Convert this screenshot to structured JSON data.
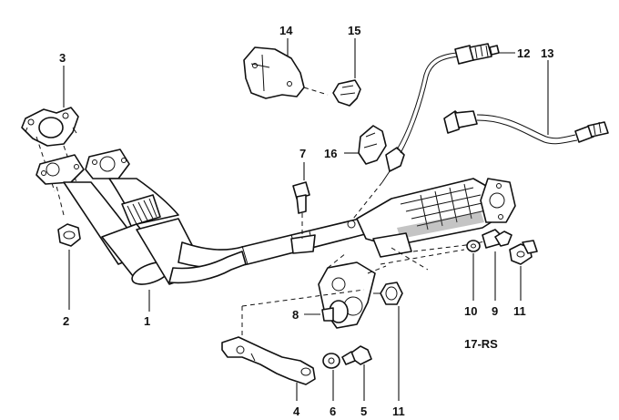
{
  "diagram_code": "17-RS",
  "callouts": {
    "n1": "1",
    "n2": "2",
    "n3": "3",
    "n4": "4",
    "n5": "5",
    "n6": "6",
    "n7": "7",
    "n8": "8",
    "n9": "9",
    "n10": "10",
    "n11a": "11",
    "n11b": "11",
    "n12": "12",
    "n13": "13",
    "n14": "14",
    "n15": "15",
    "n16": "16"
  }
}
